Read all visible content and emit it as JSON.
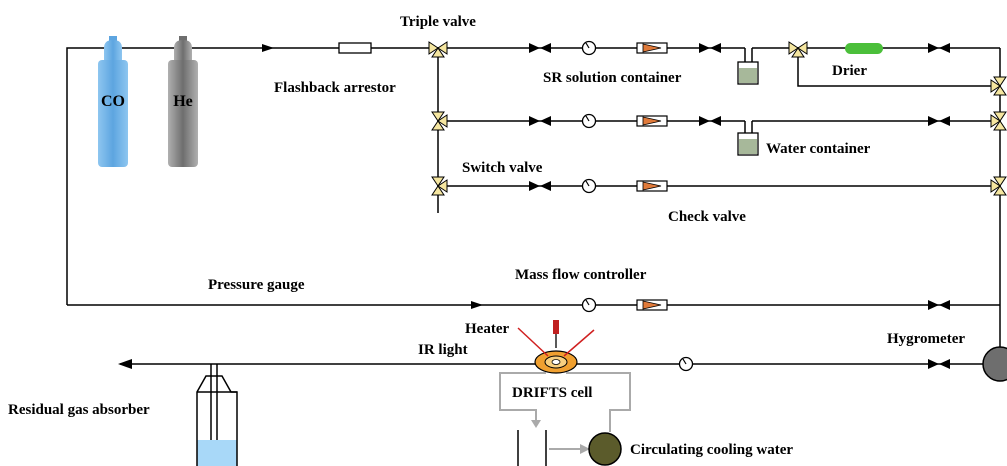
{
  "labels": {
    "triple_valve": "Triple valve",
    "flashback_arrestor": "Flashback arrestor",
    "sr_solution_container": "SR solution container",
    "drier": "Drier",
    "water_container": "Water container",
    "switch_valve": "Switch valve",
    "check_valve": "Check valve",
    "mass_flow_controller": "Mass flow controller",
    "pressure_gauge": "Pressure gauge",
    "heater": "Heater",
    "ir_light": "IR light",
    "hygrometer": "Hygrometer",
    "drifts_cell": "DRIFTS cell",
    "residual_gas_absorber": "Residual gas absorber",
    "circulating_cooling_water": "Circulating cooling water"
  },
  "cylinders": {
    "co": "CO",
    "he": "He"
  },
  "colors": {
    "co_cylinder": "#5da5e0",
    "he_cylinder": "#6e6e6e",
    "valve_fill": "#f5e6a0",
    "drier": "#4bbf3a",
    "check_valve_arrow": "#e07a3a",
    "heater_cell": "#f0a030",
    "heater_probe": "#c02020",
    "ir_beam": "#d02020",
    "absorber_liquid": "#a8d8f8",
    "cooling_pump": "#5b5b2b"
  }
}
